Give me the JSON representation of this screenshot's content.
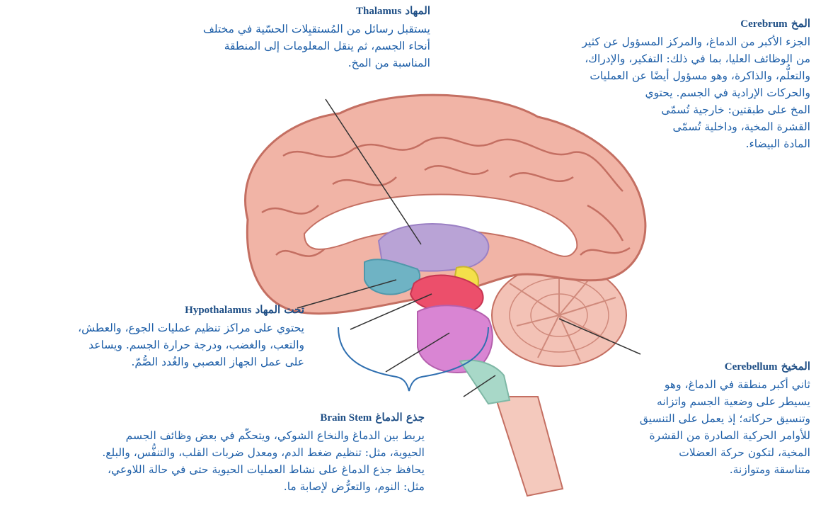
{
  "labels": {
    "thalamus": {
      "title_ar": "المهاد",
      "title_en": "Thalamus",
      "lines": [
        "يستقبل رسائل من المُستقبِلات الحسّية في مختلف",
        "أنحاء الجسم، ثم ينقل المعلومات إلى المنطقة",
        "المناسبة من المخ."
      ]
    },
    "cerebrum": {
      "title_ar": "المخ",
      "title_en": "Cerebrum",
      "lines": [
        "الجزء الأكبر من الدماغ، والمركز المسؤول عن كثير",
        "من الوظائف العليا، بما في ذلك: التفكير، والإدراك،",
        "والتعلُّم، والذاكرة، وهو مسؤول أيضًا عن العمليات",
        "والحركات الإرادية في الجسم. يحتوي",
        "المخ على طبقتين: خارجية تُسمّى",
        "القشرة المخية، وداخلية تُسمّى",
        "المادة البيضاء."
      ]
    },
    "hypothalamus": {
      "title_ar": "تحت المهاد",
      "title_en": "Hypothalamus",
      "lines": [
        "يحتوي على مراكز تنظيم عمليات الجوع، والعطش،",
        "والتعب، والغضب، ودرجة حرارة الجسم. ويساعد",
        "على عمل الجهاز العصبي والغُدد الصُّمّ."
      ]
    },
    "cerebellum": {
      "title_ar": "المخيخ",
      "title_en": "Cerebellum",
      "lines": [
        "ثاني أكبر منطقة في الدماغ، وهو",
        "يسيطر على وضعية الجسم واتزانه",
        "وتنسيق حركاته؛ إذ يعمل على التنسيق",
        "للأوامر الحركية الصادرة من القشرة",
        "المخية، لتكون حركة العضلات",
        "متناسقة ومتوازنة."
      ]
    },
    "brainstem": {
      "title_ar": "جذع الدماغ",
      "title_en": "Brain Stem",
      "lines": [
        "يربط بين الدماغ والنخاع الشوكي، ويتحكّم في بعض وظائف الجسم",
        "الحيوية، مثل: تنظيم ضغط الدم، ومعدل ضربات القلب، والتنفُّس، والبلع.",
        "يحافظ جذع الدماغ على نشاط العمليات الحيوية حتى في حالة اللاوعي،",
        "مثل: النوم، والتعرُّض لإصابة ما."
      ]
    }
  },
  "colors": {
    "text": "#1e5fa8",
    "title": "#1f4f86",
    "cortex": "#f1b4a6",
    "cortex_stroke": "#c46f62",
    "thalamus": "#b9a3d6",
    "hypothalamus": "#6fb3c4",
    "midbrain": "#ec4f6b",
    "pons": "#d985d3",
    "medulla": "#a8d8c8",
    "pineal": "#f4e04a",
    "cerebellum": "#f3c2b6",
    "leader": "#333333",
    "bracket": "#2f6fb0"
  }
}
